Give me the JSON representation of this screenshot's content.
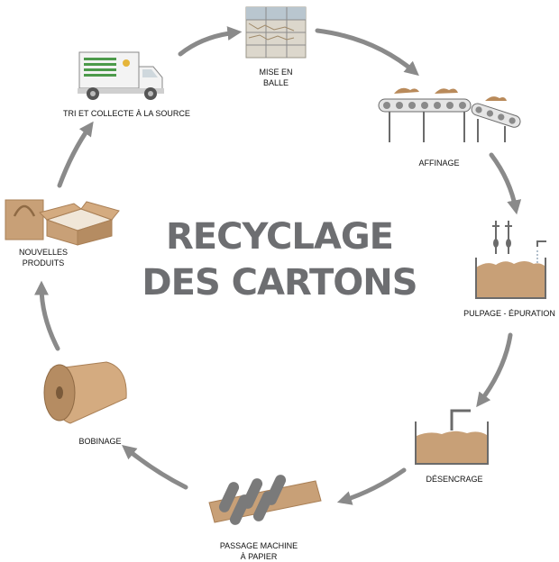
{
  "title": {
    "line1": "RECYCLAGE",
    "line2": "DES CARTONS"
  },
  "steps": [
    {
      "id": "mise-en-balle",
      "label_line1": "MISE EN",
      "label_line2": "BALLE"
    },
    {
      "id": "affinage",
      "label_line1": "AFFINAGE"
    },
    {
      "id": "pulpage",
      "label_line1": "PULPAGE - ÉPURATION"
    },
    {
      "id": "desencrage",
      "label_line1": "DÉSENCRAGE"
    },
    {
      "id": "passage-machine",
      "label_line1": "PASSAGE MACHINE",
      "label_line2": "À PAPIER"
    },
    {
      "id": "bobinage",
      "label_line1": "BOBINAGE"
    },
    {
      "id": "nouvelles-produits",
      "label_line1": "NOUVELLES",
      "label_line2": "PRODUITS"
    },
    {
      "id": "tri-collecte",
      "label_line1": "TRI ET COLLECTE À LA SOURCE"
    }
  ],
  "colors": {
    "arrow": "#8a8a8a",
    "cardboard": "#c8a077",
    "cardboard_dark": "#a97f55",
    "title": "#6d6e71",
    "machine": "#6b6b6b"
  }
}
